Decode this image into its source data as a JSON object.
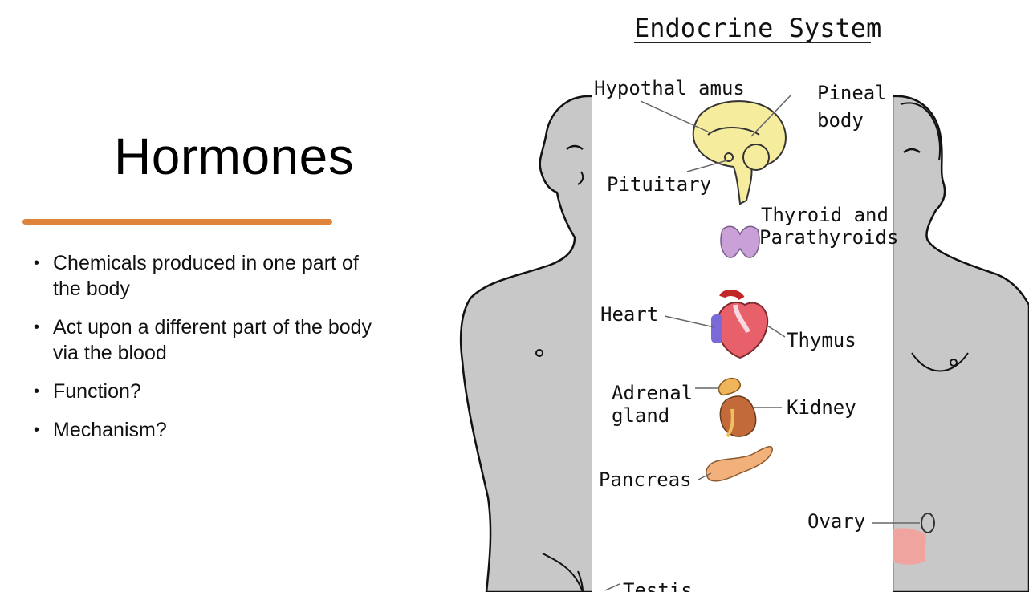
{
  "slide": {
    "title": "Hormones",
    "accent_color": "#e0843c",
    "bullets": [
      "Chemicals produced in one part of the body",
      "Act upon a different part of the body via the blood",
      "Function?",
      "Mechanism?"
    ]
  },
  "diagram": {
    "title": "Endocrine System",
    "labels": {
      "hypothalamus": "Hypothal amus",
      "pineal_line1": "Pineal",
      "pineal_line2": "body",
      "pituitary": "Pituitary",
      "thyroid_line1": "Thyroid and",
      "thyroid_line2": "Parathyroids",
      "heart": "Heart",
      "thymus": "Thymus",
      "adrenal_line1": "Adrenal",
      "adrenal_line2": "gland",
      "kidney": "Kidney",
      "pancreas": "Pancreas",
      "ovary": "Ovary",
      "testis": "Testis"
    },
    "colors": {
      "body": "#c8c8c8",
      "center_strip": "#ffffff",
      "brain": "#f6ec9e",
      "thyroid": "#c9a0d8",
      "heart": "#e8606a",
      "kidney": "#c26a3a",
      "adrenal": "#f0b45a",
      "pancreas": "#f2b07a",
      "ovary": "#f0a4a0"
    }
  }
}
